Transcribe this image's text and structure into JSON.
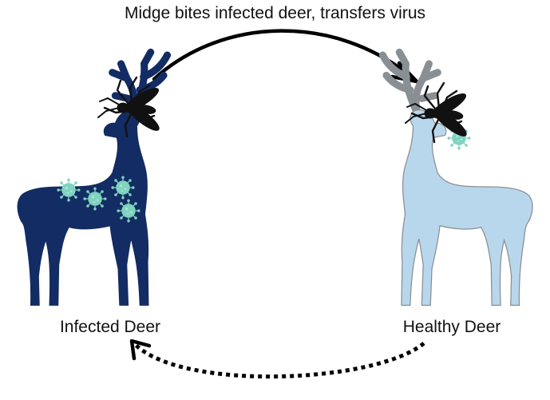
{
  "caption": "Midge bites infected deer, transfers virus",
  "infected_label": "Infected Deer",
  "healthy_label": "Healthy Deer",
  "colors": {
    "infected_deer": "#132c63",
    "healthy_deer": "#b9d7ec",
    "healthy_outline": "#6e6e6e",
    "virus": "#7fd3bf",
    "midge": "#111111",
    "arrow": "#000000"
  },
  "icons": [
    "deer-silhouette",
    "midge-icon",
    "virus-icon",
    "arrow"
  ]
}
